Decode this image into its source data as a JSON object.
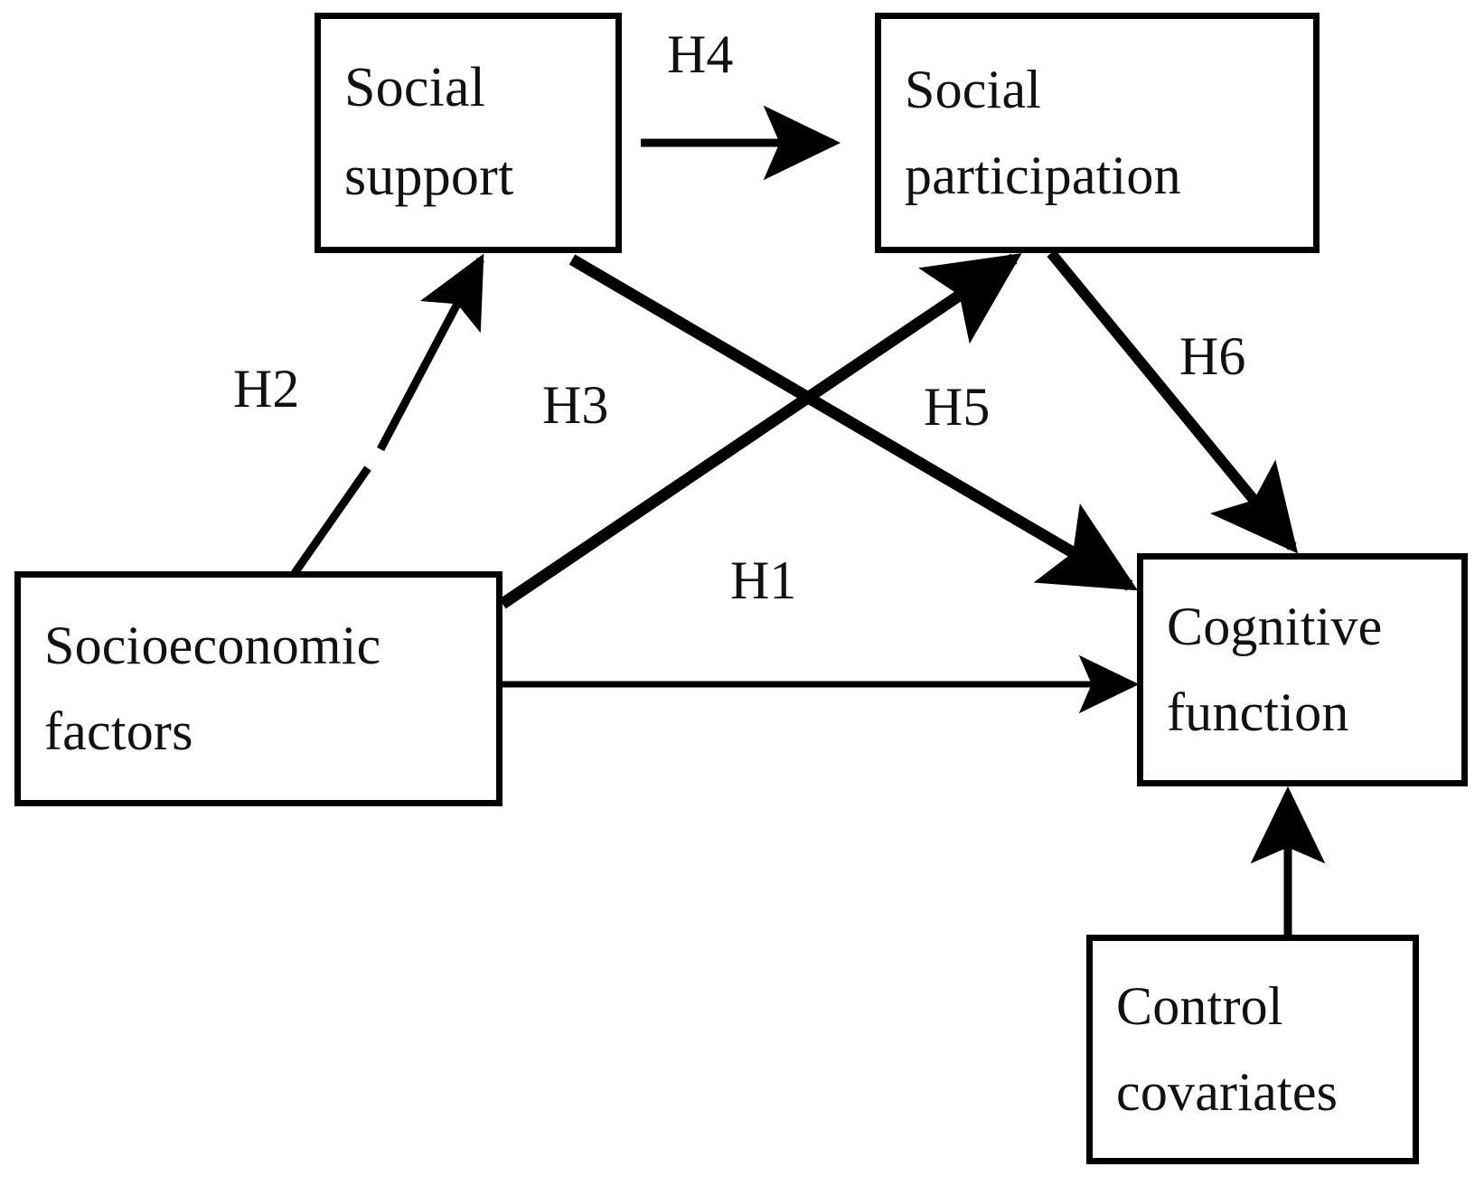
{
  "diagram": {
    "type": "conceptual-path-model",
    "title": "",
    "background_color": "#ffffff",
    "line_color": "#000000",
    "text_color": "#111111",
    "nodes": [
      {
        "id": "social_support",
        "label": "Social\nsupport"
      },
      {
        "id": "social_participation",
        "label": "Social\nparticipation"
      },
      {
        "id": "socioeconomic",
        "label": "Socioeconomic\nfactors"
      },
      {
        "id": "cognitive_function",
        "label": "Cognitive\nfunction"
      },
      {
        "id": "control_covariates",
        "label": "Control\ncovariates"
      }
    ],
    "edges": [
      {
        "id": "h1",
        "label": "H1",
        "from": "socioeconomic",
        "to": "cognitive_function",
        "style": "thin-solid"
      },
      {
        "id": "h2",
        "label": "H2",
        "from": "socioeconomic",
        "to": "social_support",
        "style": "broken"
      },
      {
        "id": "h3",
        "label": "H3",
        "from": "social_support",
        "to": "cognitive_function",
        "style": "thick-solid"
      },
      {
        "id": "h4",
        "label": "H4",
        "from": "social_support",
        "to": "social_participation",
        "style": "thin-solid"
      },
      {
        "id": "h5",
        "label": "H5",
        "from": "socioeconomic",
        "to": "social_participation",
        "style": "thick-solid"
      },
      {
        "id": "h6",
        "label": "H6",
        "from": "social_participation",
        "to": "cognitive_function",
        "style": "thick-solid"
      },
      {
        "id": "cov",
        "label": "",
        "from": "control_covariates",
        "to": "cognitive_function",
        "style": "thin-solid"
      }
    ]
  }
}
